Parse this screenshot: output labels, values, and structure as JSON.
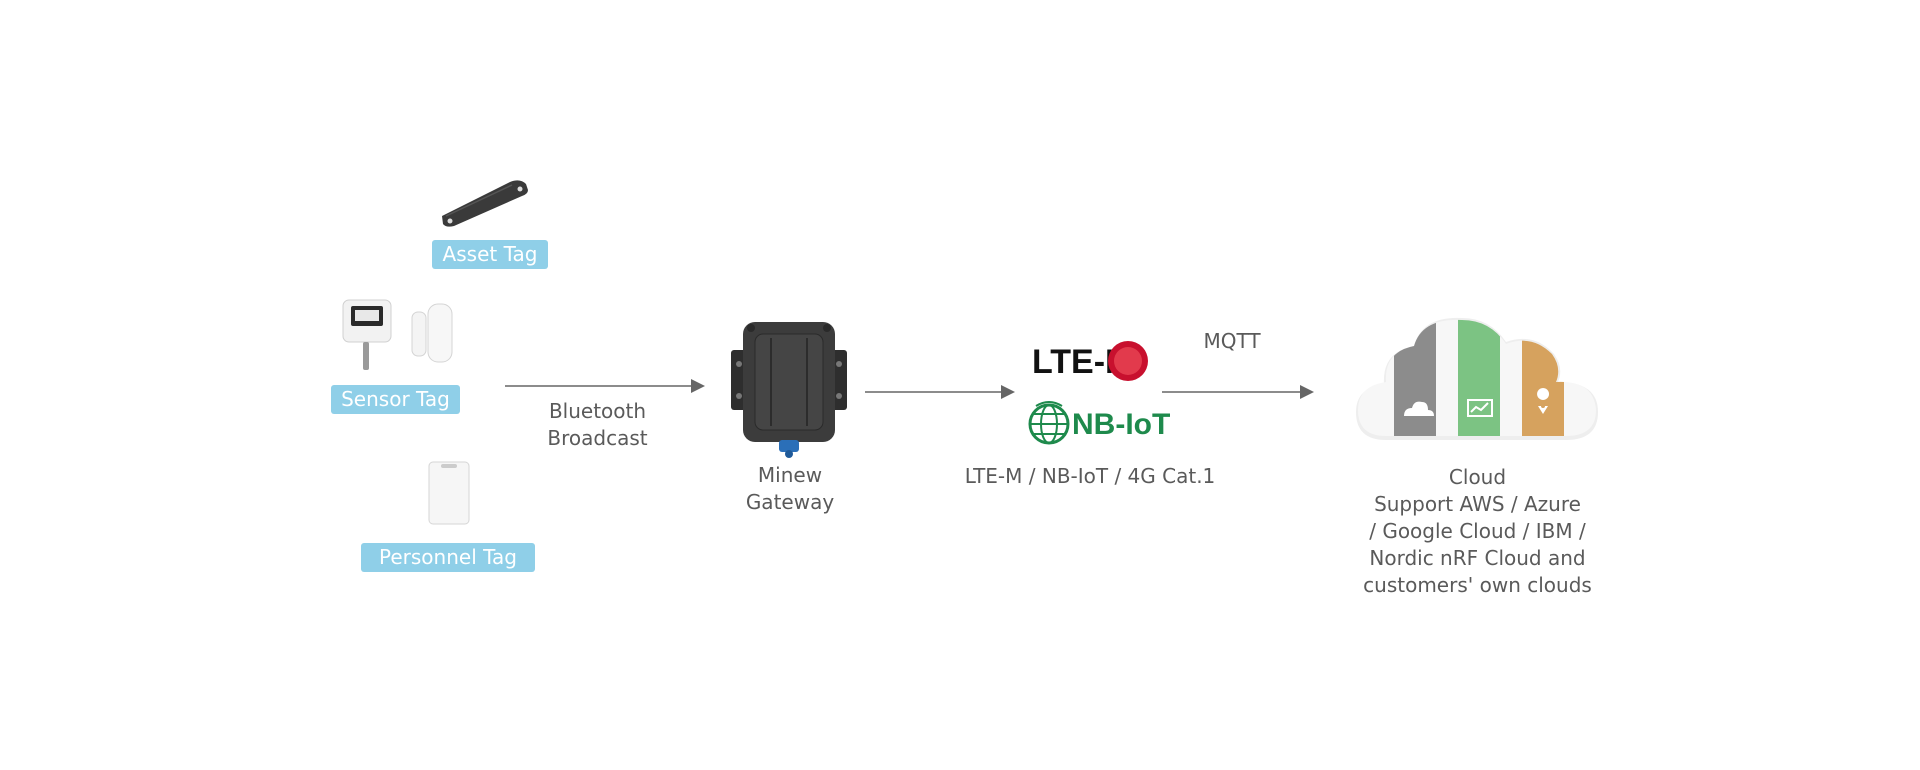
{
  "tags": {
    "asset": "Asset Tag",
    "sensor": "Sensor Tag",
    "personnel": "Personnel Tag"
  },
  "flow": {
    "bluetooth_line1": "Bluetooth",
    "bluetooth_line2": "Broadcast",
    "gateway_line1": "Minew",
    "gateway_line2": "Gateway",
    "lte_m_logo_text": "LTE-M",
    "nbiot_logo_text": "NB-IoT",
    "network_label": "LTE-M / NB-IoT / 4G Cat.1",
    "mqtt": "MQTT",
    "cloud_title": "Cloud",
    "cloud_line1": "Support AWS / Azure",
    "cloud_line2": "/ Google Cloud / IBM /",
    "cloud_line3": "Nordic nRF Cloud and",
    "cloud_line4": "customers' own clouds"
  },
  "colors": {
    "tag_pill": "#8fcfe8",
    "arrow": "#666666",
    "lte_red": "#c8102e",
    "nbiot_green": "#1e8a4c",
    "cloud_gray": "#8c8c8c",
    "cloud_green": "#7cc383",
    "cloud_orange": "#d6a25e"
  },
  "icons": {
    "asset_device": "asset-tag-device",
    "sensor_device": "sensor-tag-device",
    "door_sensor": "door-sensor-device",
    "personnel_device": "personnel-tag-device",
    "gateway_device": "gateway-device",
    "cloud": "cloud-icon"
  }
}
